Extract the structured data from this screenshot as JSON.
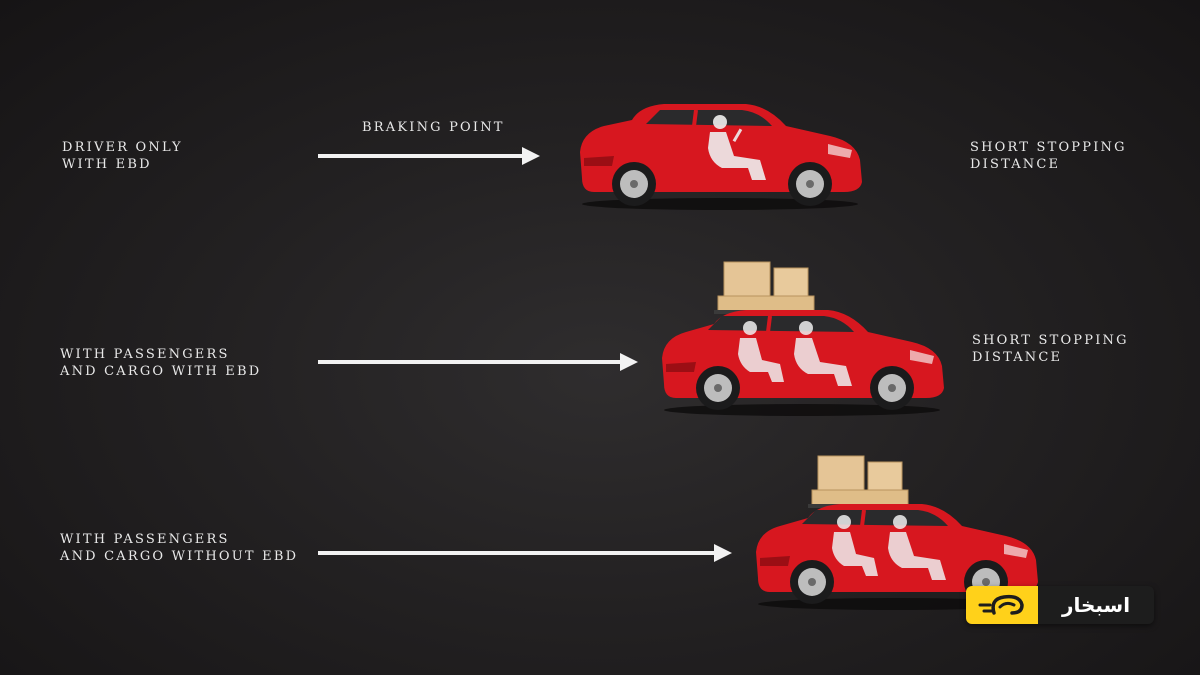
{
  "diagram": {
    "braking_point_label": "BRAKING POINT",
    "rows": [
      {
        "label_lines": [
          "DRIVER ONLY",
          "WITH EBD"
        ],
        "result_lines": [
          "SHORT STOPPING",
          "DISTANCE"
        ],
        "passengers": false,
        "cargo": false
      },
      {
        "label_lines": [
          "WITH PASSENGERS",
          "AND CARGO WITH EBD"
        ],
        "result_lines": [
          "SHORT STOPPING",
          "DISTANCE"
        ],
        "passengers": true,
        "cargo": true
      },
      {
        "label_lines": [
          "WITH PASSENGERS",
          "AND CARGO WITHOUT EBD"
        ],
        "result_lines": [],
        "passengers": true,
        "cargo": true
      }
    ],
    "colors": {
      "car_body": "#d7171f",
      "cargo_box": "#e5c596",
      "arrow": "#f2f2f2",
      "logo_accent": "#ffd11a"
    }
  },
  "watermark": {
    "text": "اسبخار"
  }
}
